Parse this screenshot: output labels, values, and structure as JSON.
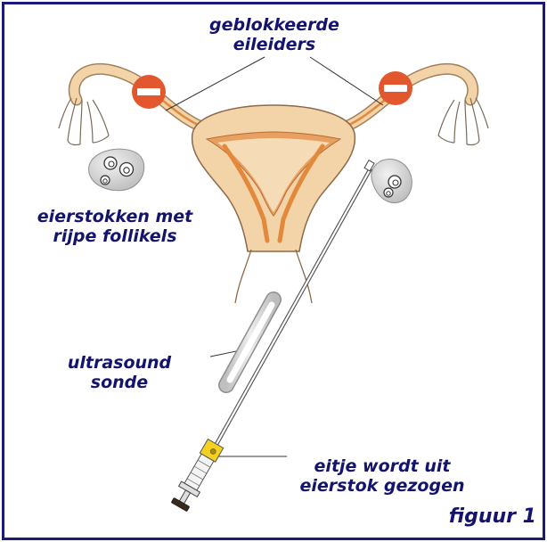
{
  "labels": {
    "tubes": [
      "geblokkeerde",
      "eileiders"
    ],
    "ovaries": [
      "eierstokken met",
      "rijpe follikels"
    ],
    "probe": [
      "ultrasound",
      "sonde"
    ],
    "egg": [
      "eitje wordt uit",
      "eierstok gezogen"
    ],
    "figure": "figuur 1"
  },
  "colors": {
    "border": "#1a1a7a",
    "text": "#14146e",
    "uterus_fill": "#f3d3a8",
    "uterus_inner": "#e2893c",
    "blocked_sign": "#e2572e",
    "ovary_fill": "#d9d9d9",
    "probe_fill": "#d4d4d4",
    "syringe_hub": "#f2d21f"
  },
  "icons": {
    "blocked": "no-entry-sign-icon",
    "ovary": "ovary-icon",
    "probe": "ultrasound-probe-icon",
    "needle": "needle-syringe-icon"
  }
}
